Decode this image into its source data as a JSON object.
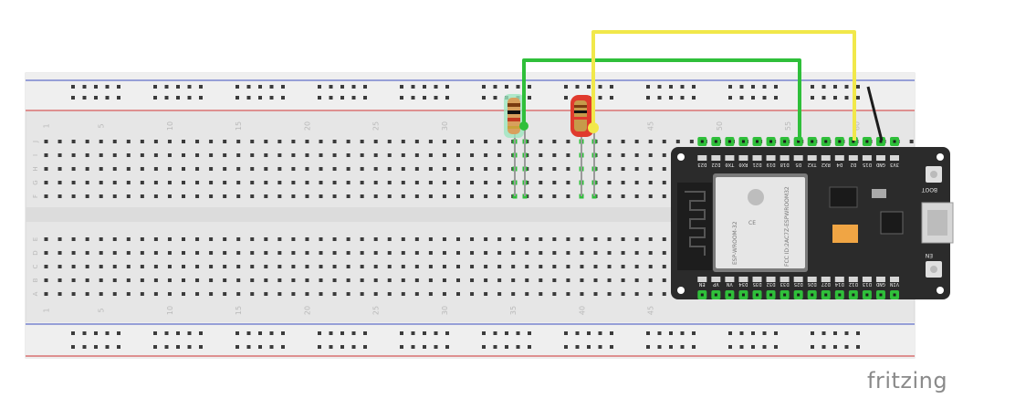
{
  "brand": "fritzing",
  "breadboard": {
    "column_numbers": [
      "1",
      "5",
      "10",
      "15",
      "20",
      "25",
      "30",
      "35",
      "40",
      "45",
      "50",
      "55",
      "60"
    ],
    "row_letters_top": [
      "J",
      "I",
      "H",
      "G",
      "F"
    ],
    "row_letters_bottom": [
      "E",
      "D",
      "C",
      "B",
      "A"
    ]
  },
  "esp32": {
    "module_label_1": "ESP-WROOM-32",
    "module_label_2": "FCC ID:2AC7Z-ESPWROOM32",
    "pins_top": [
      "3V3",
      "GND",
      "D15",
      "D2",
      "D4",
      "RX2",
      "TX2",
      "D5",
      "D18",
      "D19",
      "D21",
      "RX0",
      "TX0",
      "D22",
      "D23"
    ],
    "pins_bottom": [
      "VIN",
      "GND",
      "D13",
      "D12",
      "D14",
      "D27",
      "D26",
      "D25",
      "D33",
      "D32",
      "D35",
      "D34",
      "VN",
      "VP",
      "EN"
    ],
    "button_boot": "BOOT",
    "button_en": "EN"
  },
  "parts": {
    "resistor_1": "resistor",
    "led_1": "red LED"
  },
  "colors": {
    "wire_green": "#2fbf3a",
    "wire_yellow": "#f1e84a",
    "board": "#2b2b2b",
    "breadboard": "#e9e9e9"
  }
}
